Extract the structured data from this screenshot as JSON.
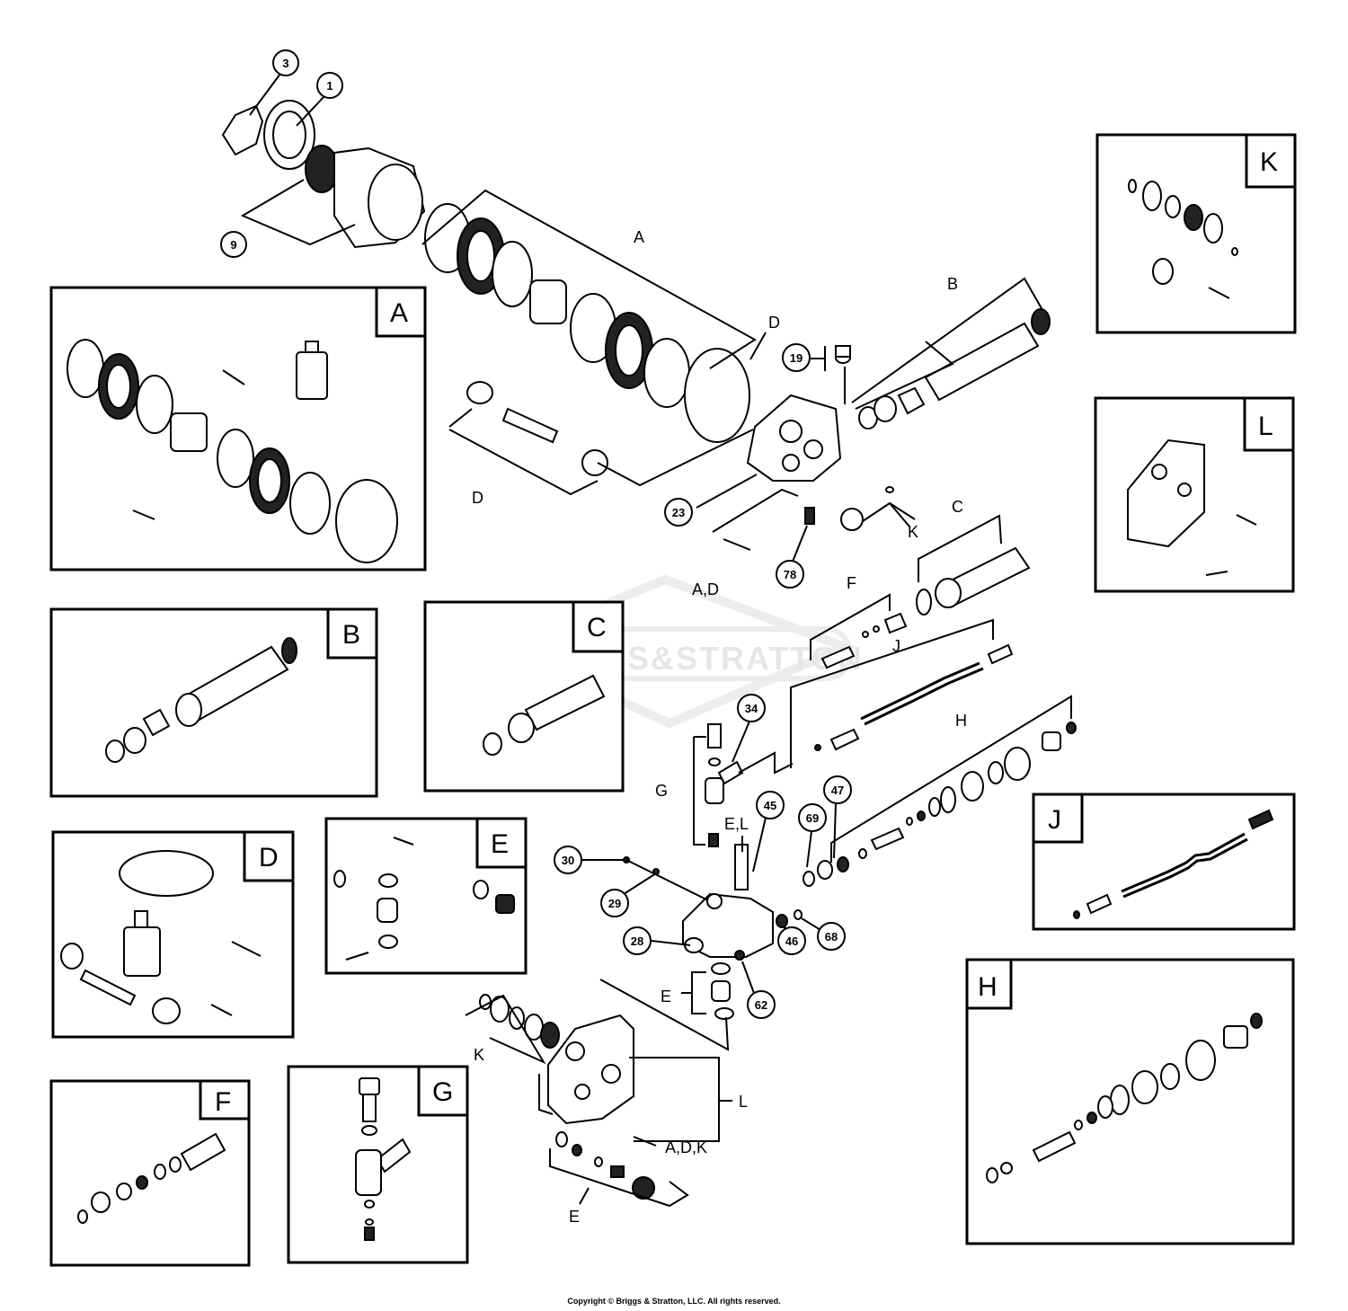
{
  "watermark": "BRIGGS&STRATTON",
  "copyright": "Copyright © Briggs & Stratton, LLC. All rights reserved.",
  "kits": {
    "A": "A",
    "B": "B",
    "C": "C",
    "D": "D",
    "E": "E",
    "F": "F",
    "G": "G",
    "H": "H",
    "J": "J",
    "K": "K",
    "L": "L"
  },
  "callouts": {
    "c3": "3",
    "c1": "1",
    "c9": "9",
    "c19": "19",
    "c23": "23",
    "c78": "78",
    "c34": "34",
    "c45": "45",
    "c47": "47",
    "c69": "69",
    "c30": "30",
    "c29": "29",
    "c28": "28",
    "c46": "46",
    "c68": "68",
    "c62": "62"
  },
  "leaders": {
    "A": "A",
    "D_top": "D",
    "D_mid": "D",
    "B": "B",
    "K_mid": "K",
    "AD": "A,D",
    "C": "C",
    "F": "F",
    "J": "J",
    "H": "H",
    "G": "G",
    "EL": "E,L",
    "E_mid": "E",
    "K_low": "K",
    "L": "L",
    "ADK": "A,D,K",
    "E_low": "E"
  }
}
